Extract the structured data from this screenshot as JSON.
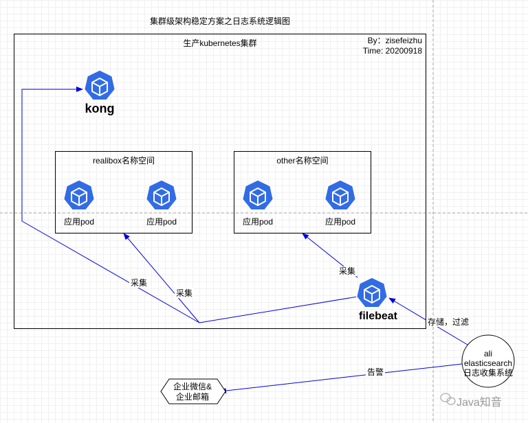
{
  "title": "集群级架构稳定方案之日志系统逻辑图",
  "cluster": {
    "label": "生产kubernetes集群",
    "author": "By：zisefeizhu",
    "time": "Time: 20200918"
  },
  "kong": {
    "label": "kong"
  },
  "namespaces": [
    {
      "label": "realibox名称空间",
      "pods": [
        "应用pod",
        "应用pod"
      ]
    },
    {
      "label": "other名称空间",
      "pods": [
        "应用pod",
        "应用pod"
      ]
    }
  ],
  "filebeat": {
    "label": "filebeat"
  },
  "edges": {
    "collect_1": "采集",
    "collect_2": "采集",
    "collect_3": "采集",
    "store_filter": "存储，过滤",
    "alert": "告警"
  },
  "es": {
    "line1": "ali",
    "line2": "elasticsearch",
    "line3": "日志收集系统"
  },
  "alert_target": {
    "line1": "企业微信&",
    "line2": "企业邮箱"
  },
  "watermark": {
    "text": "Java知音"
  },
  "colors": {
    "icon": "#326ce5",
    "arrow": "#0000dd",
    "grid": "#e4e4e4"
  }
}
